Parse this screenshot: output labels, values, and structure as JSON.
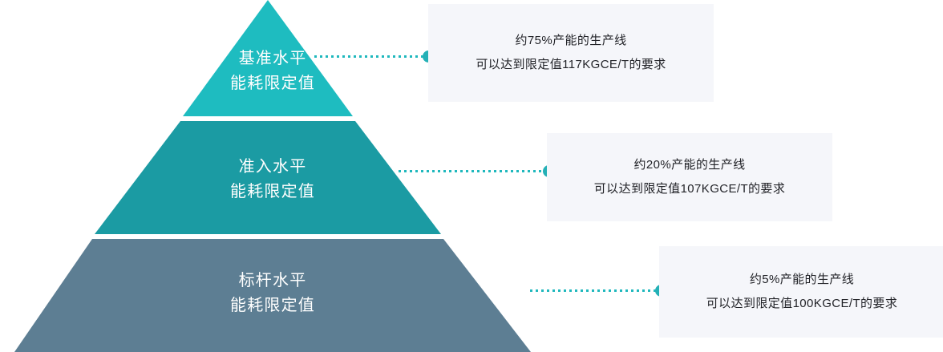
{
  "diagram": {
    "type": "pyramid-callout",
    "background_color": "#ffffff",
    "tiers": [
      {
        "id": "top",
        "name": "benchmark-baseline-level",
        "line1": "基准水平",
        "line2": "能耗限定值",
        "color": "#1ebcc0",
        "text_color": "#ffffff"
      },
      {
        "id": "middle",
        "name": "entry-level",
        "line1": "准入水平",
        "line2": "能耗限定值",
        "color": "#1b9ba3",
        "text_color": "#ffffff"
      },
      {
        "id": "bottom",
        "name": "leader-level",
        "line1": "标杆水平",
        "line2": "能耗限定值",
        "color": "#5d7e93",
        "text_color": "#ffffff"
      }
    ],
    "callouts": [
      {
        "id": "callout-1",
        "tier": "top",
        "line1": "约75%产能的生产线",
        "line2": "可以达到限定值117KGCE/T的要求",
        "capacity_share_percent": 75,
        "limit_value": "117KGCE/T",
        "background_color": "#f5f6fa",
        "text_color": "#222328"
      },
      {
        "id": "callout-2",
        "tier": "middle",
        "line1": "约20%产能的生产线",
        "line2": "可以达到限定值107KGCE/T的要求",
        "capacity_share_percent": 20,
        "limit_value": "107KGCE/T",
        "background_color": "#f5f6fa",
        "text_color": "#222328"
      },
      {
        "id": "callout-3",
        "tier": "bottom",
        "line1": "约5%产能的生产线",
        "line2": "可以达到限定值100KGCE/T的要求",
        "capacity_share_percent": 5,
        "limit_value": "100KGCE/T",
        "background_color": "#f5f6fa",
        "text_color": "#222328"
      }
    ],
    "connectors": {
      "line_color": "#1fb8bd",
      "line_style": "dotted",
      "dot_color": "#24b0b6"
    }
  }
}
